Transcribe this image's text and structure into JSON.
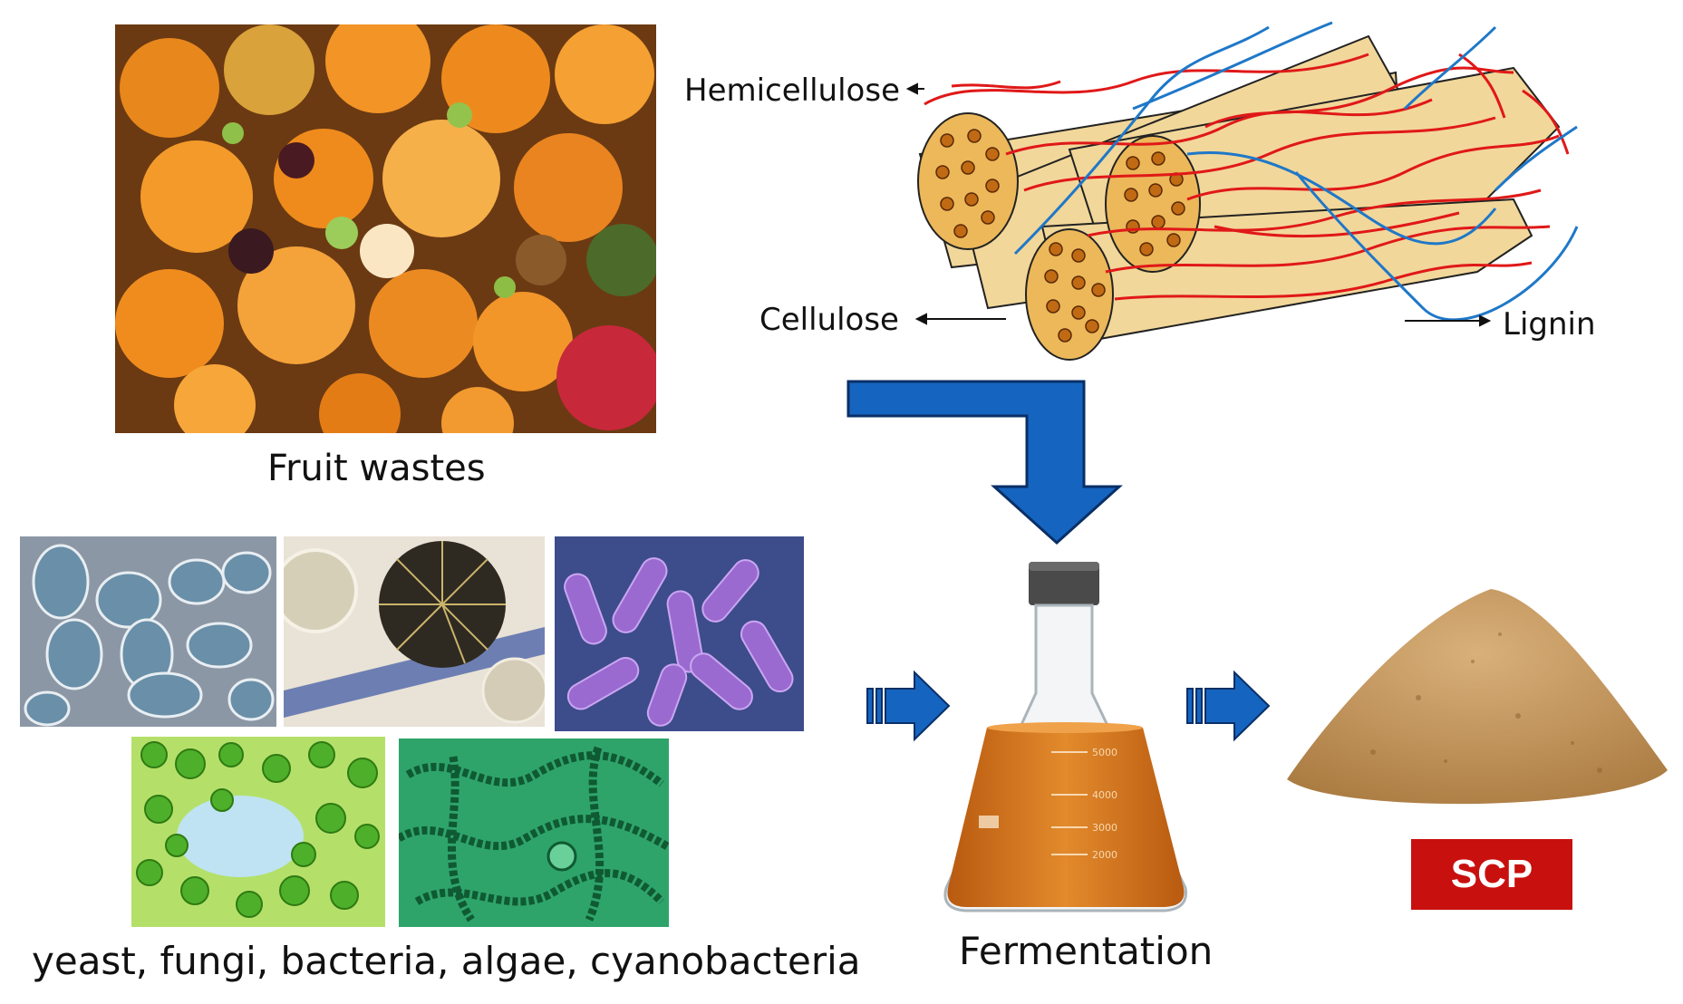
{
  "labels": {
    "fruit_wastes": "Fruit wastes",
    "hemicellulose": "Hemicellulose",
    "cellulose": "Cellulose",
    "lignin": "Lignin",
    "microbes": "yeast, fungi, bacteria, algae, cyanobacteria",
    "fermentation": "Fermentation",
    "scp": "SCP"
  },
  "flask_markings": [
    "5000",
    "4000",
    "3000",
    "2000"
  ],
  "colors": {
    "arrow_blue": "#1565c0",
    "scp_red": "#c8100e",
    "fiber_fill": "#f2d79a",
    "lignin_line": "#1f78c8",
    "hemicellulose_line": "#e01818",
    "broth": "#d9761c",
    "powder": "#c99a5b"
  }
}
